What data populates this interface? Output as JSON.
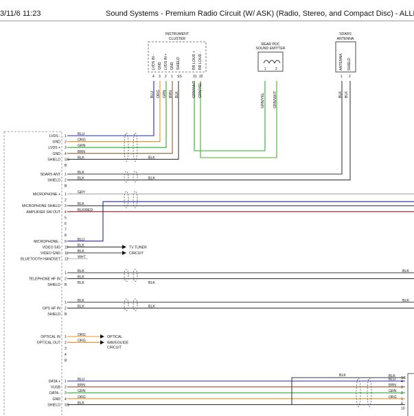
{
  "header": {
    "datetime": "3/11/6 11:23",
    "title": "Sound Systems - Premium Radio Circuit (W/ ASK) (Radio, Stereo, and Compact Disc) - ALLDA"
  },
  "colors": {
    "BLU": "#2020c8",
    "ORG": "#f08c1e",
    "GRN": "#2aa82a",
    "BRN": "#8a5a2a",
    "BLK": "#3a3a3a",
    "GRY": "#9a9a9a",
    "BLK/RED": "#8a1a1a",
    "GRN/WHT": "#2aa82a",
    "GRN/YEL": "#4caf20",
    "WHT": "#bbbbbb"
  },
  "components": {
    "instrument_cluster": {
      "title_line1": "INSTRUMENT",
      "title_line2": "CLUSTER",
      "pins": [
        {
          "name": "LVDS IN -",
          "pin": "4"
        },
        {
          "name": "GND",
          "pin": "3"
        },
        {
          "name": "LVDS IN +",
          "pin": "2"
        },
        {
          "name": "GND",
          "pin": "1"
        },
        {
          "name": "SHIELD",
          "pin": "SS"
        },
        {
          "name": "RR LOUD +",
          "pin": "31"
        },
        {
          "name": "RR LOUD -",
          "pin": "32"
        }
      ]
    },
    "rear_pdc": {
      "title_line1": "REAR PDC",
      "title_line2": "SOUND EMITTER",
      "pins": [
        "1",
        "2"
      ]
    },
    "sdars_antenna": {
      "title_line1": "SDARS",
      "title_line2": "ANTENNA",
      "pins": [
        {
          "name": "ANTENNA",
          "pin": "1"
        },
        {
          "name": "SHIELD",
          "pin": "2"
        }
      ]
    }
  },
  "vertical_wire_labels": [
    "BLU",
    "ORG",
    "GRN",
    "BRN",
    "BLK",
    "GRN/WHT",
    "GRN/YEL",
    "GRN/YEL",
    "GRN/WHT",
    "BLK",
    "BLK"
  ],
  "radio_rows": [
    {
      "label": "LVDS -",
      "pin": "1",
      "wire": "BLU"
    },
    {
      "label": "GND",
      "pin": "2",
      "wire": "ORG"
    },
    {
      "label": "LVDS +",
      "pin": "3",
      "wire": "GRN"
    },
    {
      "label": "GND",
      "pin": "4",
      "wire": "BRN"
    },
    {
      "label": "SHIELD",
      "pin": "SS",
      "wire": "BLK",
      "wire2": "BLK"
    },
    {
      "label": "",
      "pin": "B",
      "wire": ""
    },
    {
      "label": "SDARS ANT",
      "pin": "1",
      "wire": "BLK"
    },
    {
      "label": "SHIELD",
      "pin": "2",
      "wire": "BLK",
      "wire2": "BLK"
    },
    {
      "label": "",
      "pin": "B",
      "wire": ""
    },
    {
      "label": "MICROPHONE +",
      "pin": "1",
      "wire": "GRY"
    },
    {
      "label": "",
      "pin": "2",
      "wire": ""
    },
    {
      "label": "MICROPHONE SHIELD",
      "pin": "3",
      "wire": "BLK"
    },
    {
      "label": "AMPLIFIER SW OUT",
      "pin": "4",
      "wire": "BLK/RED"
    },
    {
      "label": "",
      "pin": "5",
      "wire": ""
    },
    {
      "label": "",
      "pin": "6",
      "wire": ""
    },
    {
      "label": "",
      "pin": "7",
      "wire": ""
    },
    {
      "label": "",
      "pin": "8",
      "wire": ""
    },
    {
      "label": "MICROPHONE -",
      "pin": "9",
      "wire": "BLU"
    },
    {
      "label": "VIDEO SIG",
      "pin": "10",
      "wire": "BLK"
    },
    {
      "label": "VIDEO GND",
      "pin": "11",
      "wire": "BLK"
    },
    {
      "label": "BLUETOOTH HANDSET",
      "pin": "12",
      "wire": "WHT"
    },
    {
      "label": "",
      "pin": "1",
      "wire": "BLK"
    },
    {
      "label": "TELEPHONE HF IN",
      "pin": "2",
      "wire": "BLK"
    },
    {
      "label": "SHIELD",
      "pin": "B",
      "wire": "BLK",
      "wire2": "BLK"
    },
    {
      "label": "",
      "pin": "1",
      "wire": "BLK"
    },
    {
      "label": "GPS HF IN",
      "pin": "2",
      "wire": "BLK",
      "wire2": "BLK"
    },
    {
      "label": "SHIELD",
      "pin": "B",
      "wire": ""
    },
    {
      "label": "OPTICAL IN",
      "pin": "1",
      "wire": "ORG"
    },
    {
      "label": "OPTICAL OUT",
      "pin": "2",
      "wire": "ORG"
    },
    {
      "label": "",
      "pin": "3",
      "wire": ""
    },
    {
      "label": "",
      "pin": "4",
      "wire": ""
    },
    {
      "label": "",
      "pin": "B",
      "wire": ""
    },
    {
      "label": "DATA +",
      "pin": "1",
      "wire": "BLU"
    },
    {
      "label": "VUSB",
      "pin": "2",
      "wire": "BRN"
    },
    {
      "label": "DATA -",
      "pin": "3",
      "wire": "GRN"
    },
    {
      "label": "GND",
      "pin": "4",
      "wire": "ORG"
    },
    {
      "label": "SHIELD",
      "pin": "SS",
      "wire": "BLK"
    }
  ],
  "tv_tuner": {
    "line1": "TV TUNER",
    "line2": "CIRCUIT"
  },
  "optical": {
    "line1": "OPTICAL",
    "line2": "WAVEGUIDE",
    "line3": "CIRCUIT"
  },
  "right_edge_labels": [
    "BLK",
    "BLK",
    "BLK",
    "BLK",
    "BLU",
    "BRN",
    "GRN",
    "ORG"
  ],
  "right_edge_pins": [
    "SS",
    "4",
    "3",
    "2",
    "1",
    "8",
    "10"
  ]
}
